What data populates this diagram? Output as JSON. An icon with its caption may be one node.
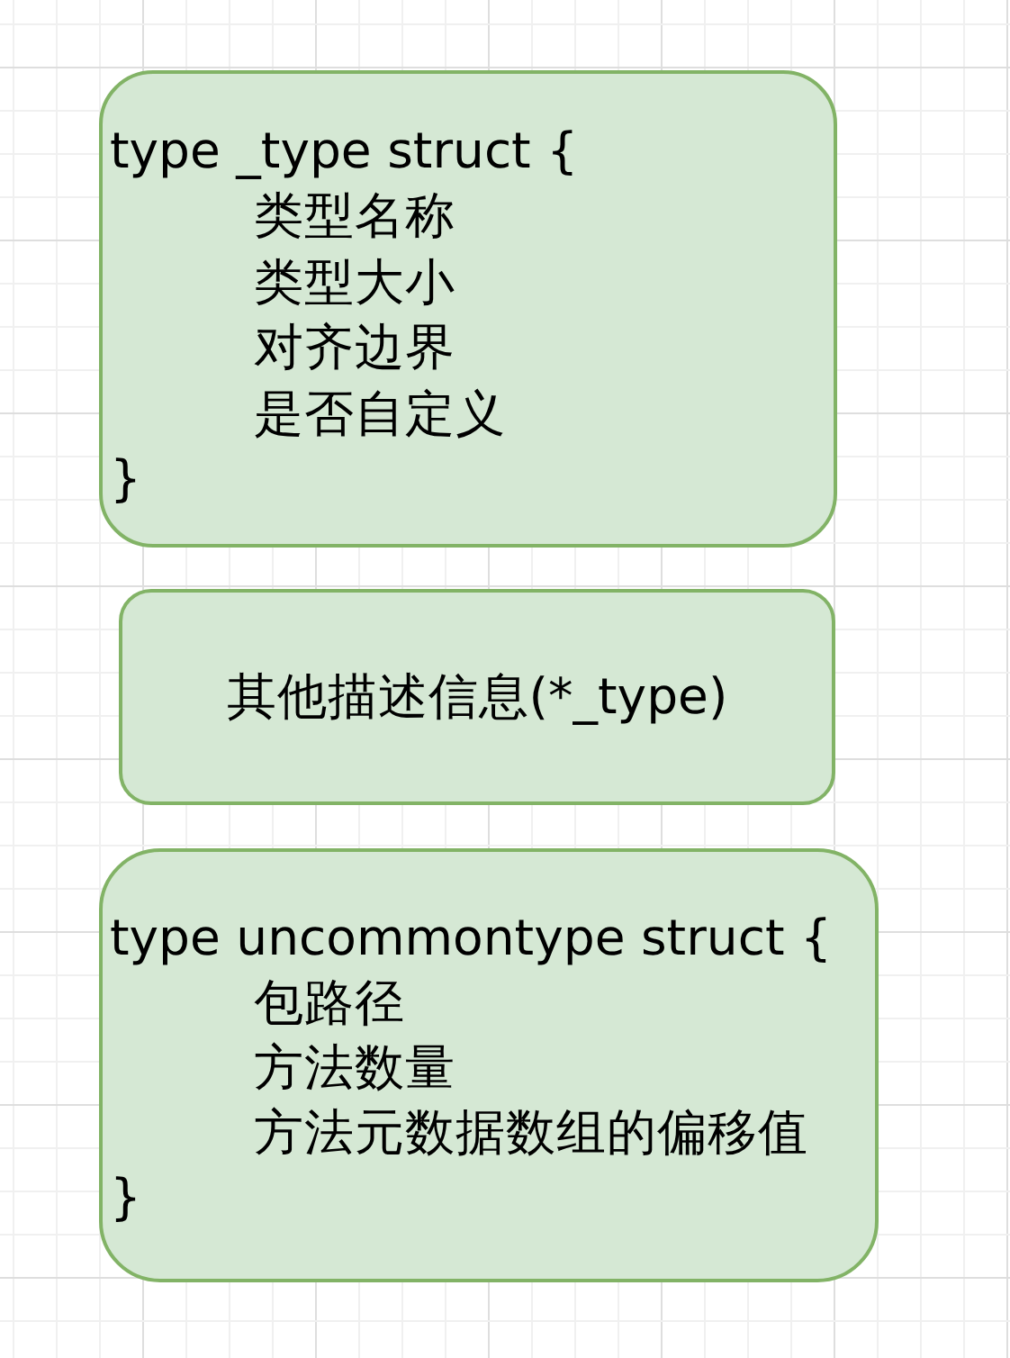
{
  "diagram": {
    "nodes": [
      {
        "text": [
          "type _type struct {",
          "类型名称",
          "类型大小",
          "对齐边界",
          "是否自定义",
          "}"
        ]
      },
      {
        "text": [
          "其他描述信息(*_type)"
        ]
      },
      {
        "text": [
          "type uncommontype struct {",
          "包路径",
          "方法数量",
          "方法元数据数组的偏移值",
          "}"
        ]
      }
    ]
  }
}
